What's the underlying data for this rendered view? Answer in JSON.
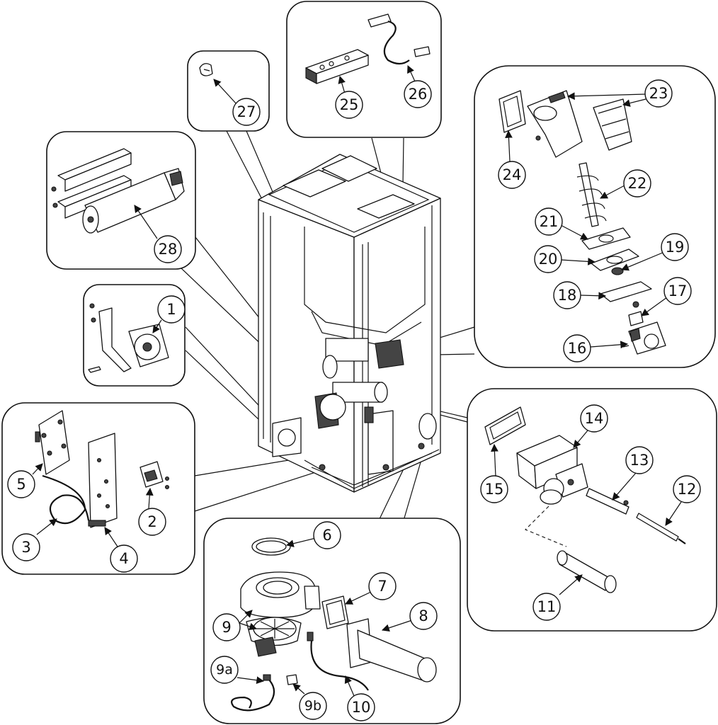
{
  "labels": {
    "p1": "1",
    "p2": "2",
    "p3": "3",
    "p4": "4",
    "p5": "5",
    "p6": "6",
    "p7": "7",
    "p8": "8",
    "p9": "9",
    "p9a": "9a",
    "p9b": "9b",
    "p10": "10",
    "p11": "11",
    "p12": "12",
    "p13": "13",
    "p14": "14",
    "p15": "15",
    "p16": "16",
    "p17": "17",
    "p18": "18",
    "p19": "19",
    "p20": "20",
    "p21": "21",
    "p22": "22",
    "p23": "23",
    "p24": "24",
    "p25": "25",
    "p26": "26",
    "p27": "27",
    "p28": "28"
  },
  "colors": {
    "line": "#111111",
    "background": "#ffffff",
    "shade": "#444444"
  }
}
